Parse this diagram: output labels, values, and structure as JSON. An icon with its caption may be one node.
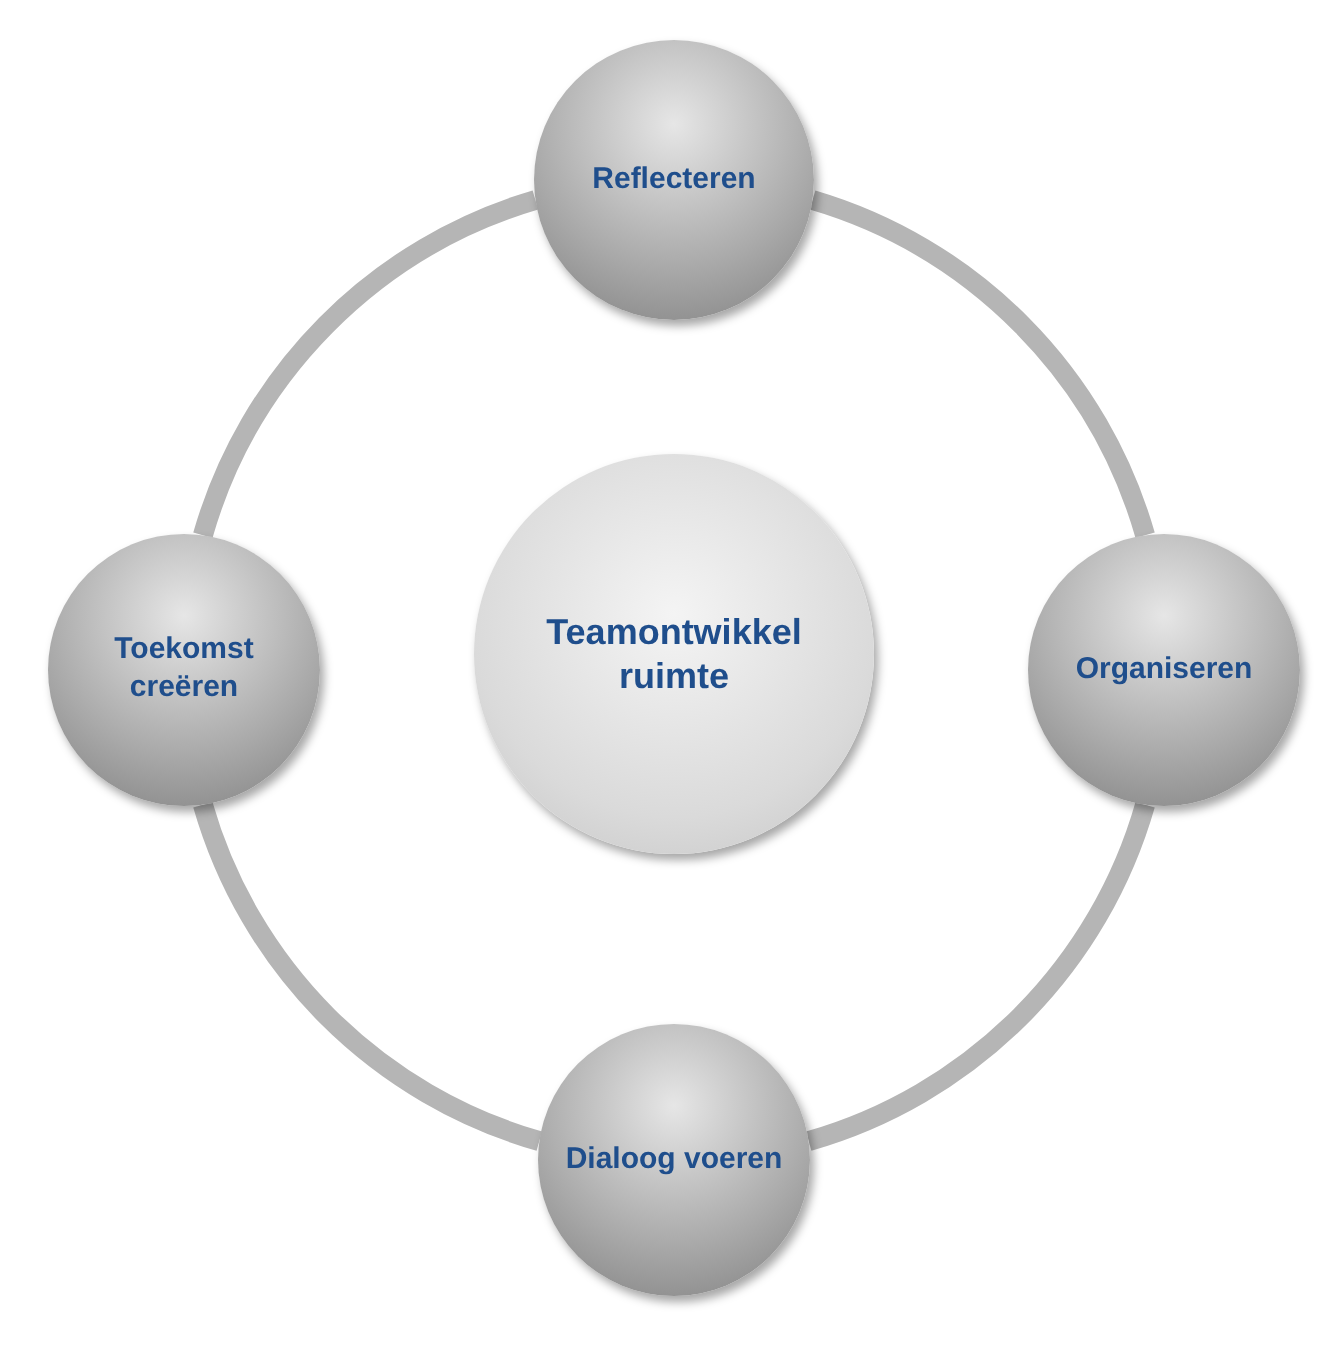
{
  "diagram": {
    "nodes": [
      {
        "text": [
          "Reflecteren"
        ]
      },
      {
        "text": [
          "Toekomst creëren"
        ]
      },
      {
        "text": [
          "Teamontwikkel ruimte"
        ]
      },
      {
        "text": [
          "Organiseren"
        ]
      },
      {
        "text": [
          "Dialoog voeren"
        ]
      }
    ],
    "edges": [
      {
        "from": 0,
        "to": 3,
        "arrow": "none"
      },
      {
        "from": 3,
        "to": 4,
        "arrow": "none"
      },
      {
        "from": 4,
        "to": 1,
        "arrow": "none"
      },
      {
        "from": 1,
        "to": 0,
        "arrow": "none"
      }
    ]
  }
}
